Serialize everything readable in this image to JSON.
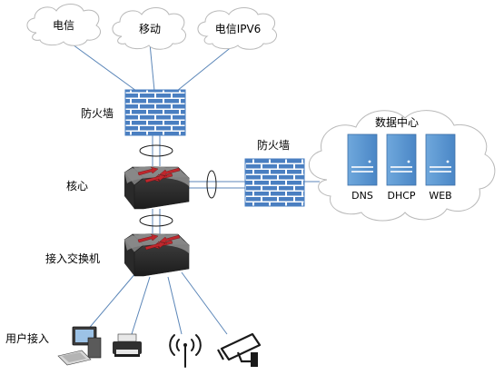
{
  "clouds": {
    "telecom": "电信",
    "mobile": "移动",
    "telecom_ipv6": "电信IPV6"
  },
  "labels": {
    "firewall_top": "防火墙",
    "core": "核心",
    "access_switch": "接入交换机",
    "user_access": "用户接入",
    "firewall_right": "防火墙",
    "datacenter": "数据中心"
  },
  "servers": [
    "DNS",
    "DHCP",
    "WEB"
  ],
  "colors": {
    "firewall_brick": "#4a7fc1",
    "firewall_mortar": "#ffffff",
    "server_fill": "#5b9bd5",
    "switch_dark": "#2b2b2b",
    "switch_light": "#8c8c8c",
    "switch_arrow": "#c0272d",
    "link_line": "#5b86b8",
    "cloud_stroke": "#b9b9b9"
  },
  "icons": {
    "user_pc": "desktop-computer-icon",
    "printer": "printer-icon",
    "wireless": "wireless-ap-icon",
    "camera": "surveillance-camera-icon"
  }
}
